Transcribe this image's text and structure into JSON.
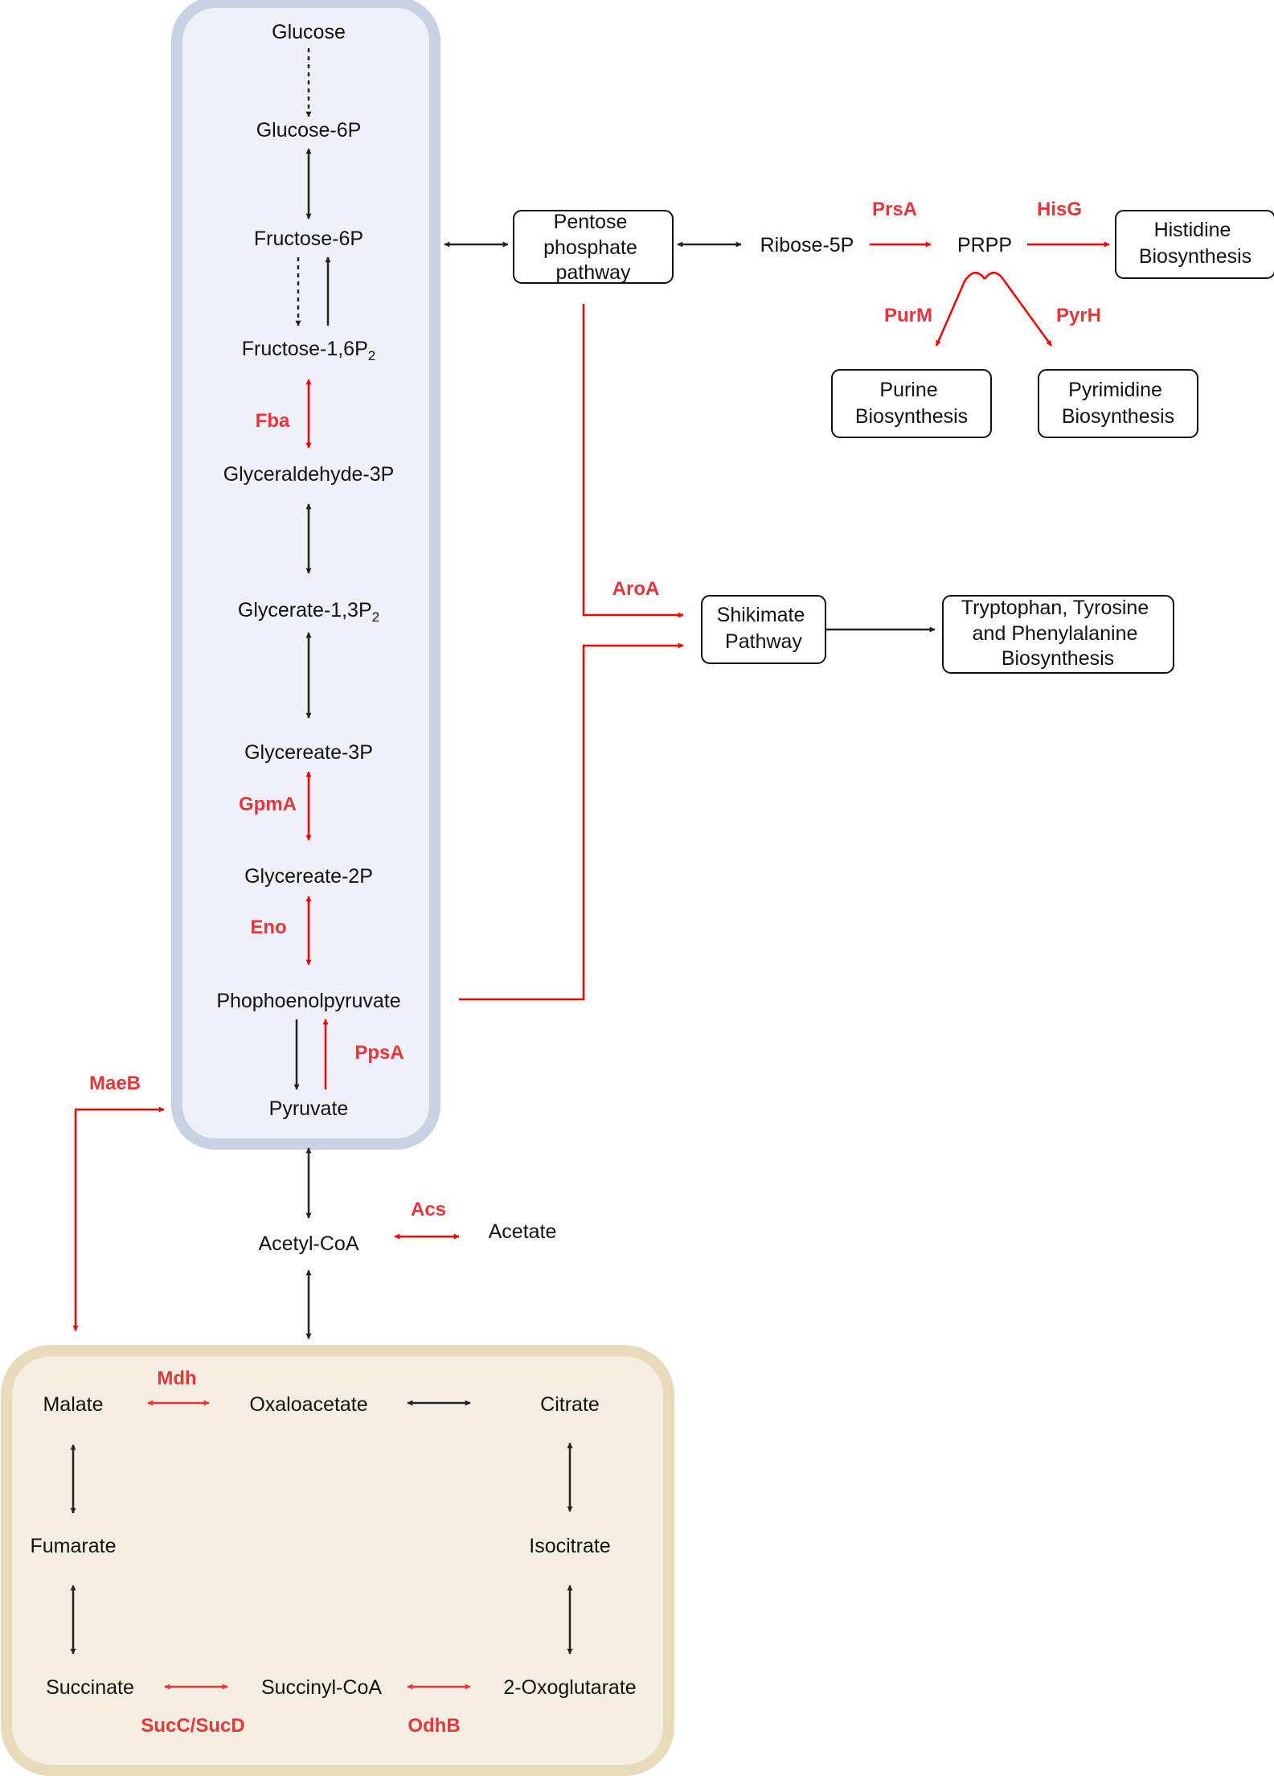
{
  "glycolysis": {
    "glucose": "Glucose",
    "glucose_6p": "Glucose-6P",
    "fructose_6p": "Fructose-6P",
    "fructose_16p2": "Fructose-1,6P",
    "fructose_16p2_sub": "2",
    "glyceraldehyde_3p": "Glyceraldehyde-3P",
    "glycerate_13p2": "Glycerate-1,3P",
    "glycerate_13p2_sub": "2",
    "glycereate_3p": "Glycereate-3P",
    "glycereate_2p": "Glycereate-2P",
    "phosphoenolpyruvate": "Phophoenolpyruvate",
    "pyruvate": "Pyruvate"
  },
  "central": {
    "acetyl_coa": "Acetyl-CoA",
    "acetate": "Acetate",
    "ribose_5p": "Ribose-5P",
    "prpp": "PRPP"
  },
  "boxes": {
    "pentose_phosphate": [
      "Pentose",
      "phosphate",
      "pathway"
    ],
    "histidine": [
      "Histidine",
      "Biosynthesis"
    ],
    "purine": [
      "Purine",
      "Biosynthesis"
    ],
    "pyrimidine": [
      "Pyrimidine",
      "Biosynthesis"
    ],
    "shikimate": [
      "Shikimate",
      "Pathway"
    ],
    "aromatic": [
      "Tryptophan, Tyrosine",
      "and Phenylalanine",
      "Biosynthesis"
    ]
  },
  "tca": {
    "malate": "Malate",
    "oxaloacetate": "Oxaloacetate",
    "citrate": "Citrate",
    "fumarate": "Fumarate",
    "isocitrate": "Isocitrate",
    "succinate": "Succinate",
    "succinyl_coa": "Succinyl-CoA",
    "oxoglutarate": "2-Oxoglutarate"
  },
  "enzymes": {
    "fba": "Fba",
    "gpma": "GpmA",
    "eno": "Eno",
    "ppsa": "PpsA",
    "maeb": "MaeB",
    "acs": "Acs",
    "mdh": "Mdh",
    "succ_sucd": "SucC/SucD",
    "odhb": "OdhB",
    "prsa": "PrsA",
    "hisg": "HisG",
    "purm": "PurM",
    "pyrh": "PyrH",
    "aroa": "AroA"
  },
  "colors": {
    "enzyme_red": "#e8343a",
    "pathway_arrow_red": "#f40000",
    "black_arrow": "#222222",
    "glycolysis_fill": "#eef1f7",
    "glycolysis_border": "#c9d2e2",
    "tca_fill": "#f5efe2",
    "tca_border": "#e8dbb9"
  }
}
